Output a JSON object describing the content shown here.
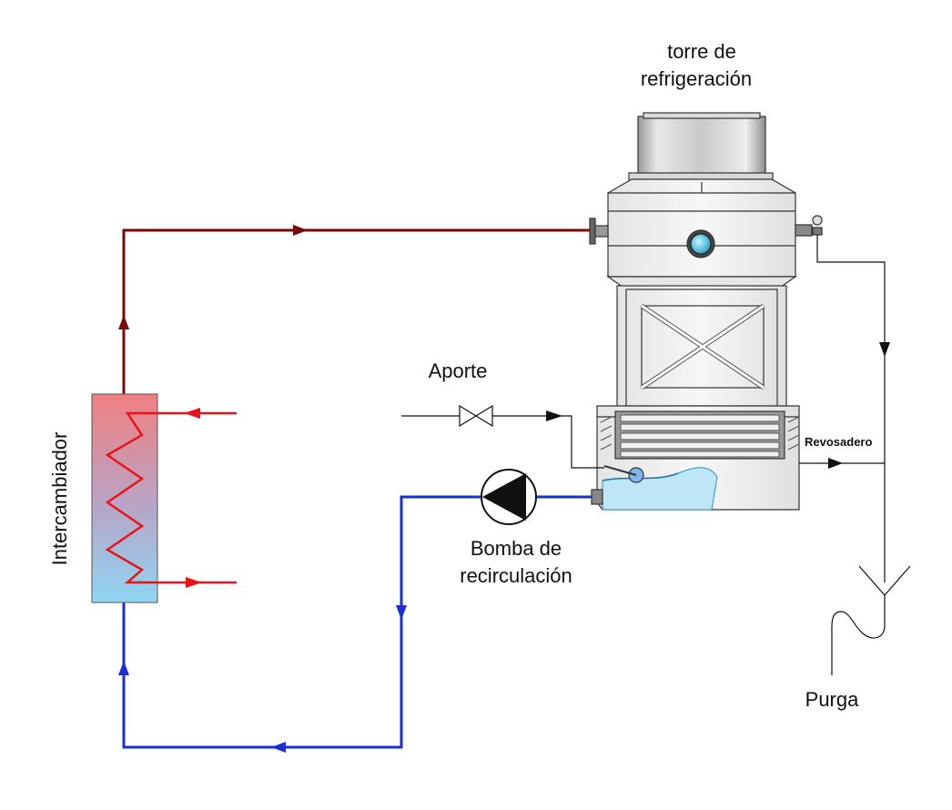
{
  "labels": {
    "tower_line1": "torre de",
    "tower_line2": "refrigeración",
    "makeup": "Aporte",
    "overflow": "Revosadero",
    "pump_line1": "Bomba de",
    "pump_line2": "recirculación",
    "purge": "Purga",
    "exchanger": "Intercambiador"
  },
  "colors": {
    "hot_line": "#7a0a0a",
    "cold_line": "#1a2fd6",
    "coil": "#e8141a",
    "water": "#bfe6f7",
    "black_line": "#111111"
  }
}
